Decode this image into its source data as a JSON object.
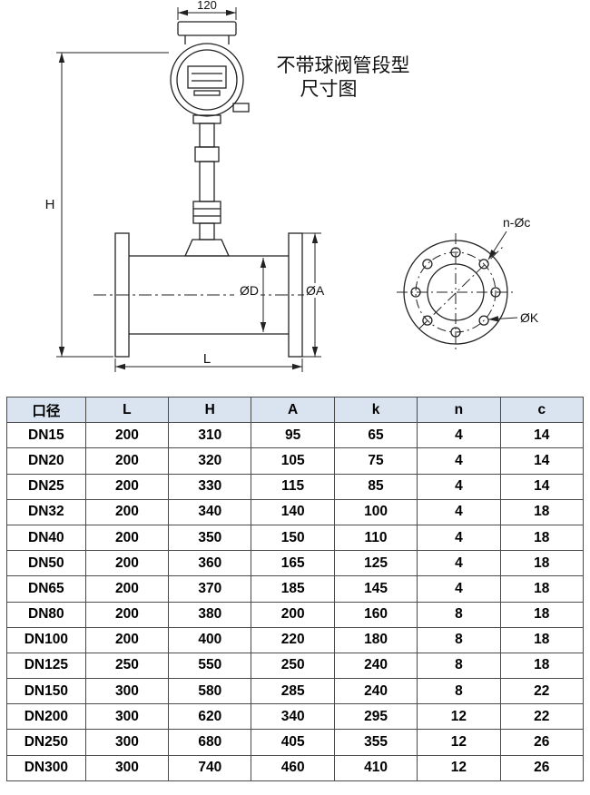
{
  "drawing": {
    "title_line1": "不带球阀管段型",
    "title_line2": "尺寸图",
    "dim_width_label": "120",
    "dim_height_label": "H",
    "dim_length_label": "L",
    "dim_inner_dia_label": "ØD",
    "dim_flange_dia_label": "ØA",
    "bolt_holes_label": "n-Øc",
    "bolt_circle_label": "ØK"
  },
  "table": {
    "headers": [
      "口径",
      "L",
      "H",
      "A",
      "k",
      "n",
      "c"
    ],
    "rows": [
      [
        "DN15",
        200,
        310,
        95,
        65,
        4,
        14
      ],
      [
        "DN20",
        200,
        320,
        105,
        75,
        4,
        14
      ],
      [
        "DN25",
        200,
        330,
        115,
        85,
        4,
        14
      ],
      [
        "DN32",
        200,
        340,
        140,
        100,
        4,
        18
      ],
      [
        "DN40",
        200,
        350,
        150,
        110,
        4,
        18
      ],
      [
        "DN50",
        200,
        360,
        165,
        125,
        4,
        18
      ],
      [
        "DN65",
        200,
        370,
        185,
        145,
        4,
        18
      ],
      [
        "DN80",
        200,
        380,
        200,
        160,
        8,
        18
      ],
      [
        "DN100",
        200,
        400,
        220,
        180,
        8,
        18
      ],
      [
        "DN125",
        250,
        550,
        250,
        240,
        8,
        18
      ],
      [
        "DN150",
        300,
        580,
        285,
        240,
        8,
        22
      ],
      [
        "DN200",
        300,
        620,
        340,
        295,
        12,
        22
      ],
      [
        "DN250",
        300,
        680,
        405,
        355,
        12,
        26
      ],
      [
        "DN300",
        300,
        740,
        460,
        410,
        12,
        26
      ]
    ]
  },
  "colors": {
    "line": "#222222",
    "table_border": "#4a4a4a",
    "header_bg": "#dae3f0"
  }
}
